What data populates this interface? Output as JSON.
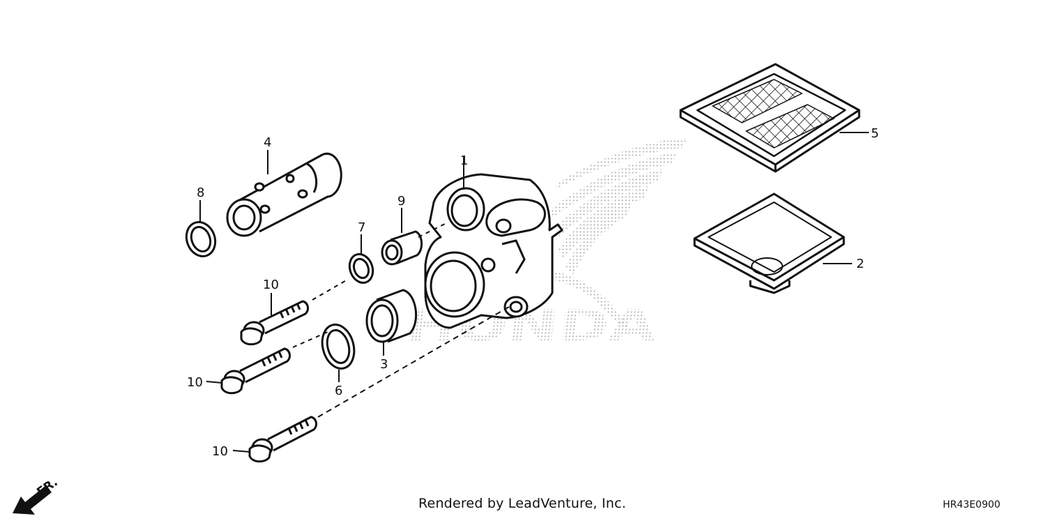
{
  "footer": {
    "credit": "Rendered by LeadVenture, Inc.",
    "diagram_code": "HR43E0900"
  },
  "watermark": {
    "text": "HONDA"
  },
  "front_indicator": {
    "label": "FR."
  },
  "callouts": {
    "c1": "1",
    "c2": "2",
    "c3": "3",
    "c4": "4",
    "c5": "5",
    "c6": "6",
    "c7": "7",
    "c8": "8",
    "c9": "9",
    "c10a": "10",
    "c10b": "10",
    "c10c": "10"
  },
  "colors": {
    "line": "#111111",
    "watermark": "#b5b5b5",
    "background": "#ffffff"
  }
}
